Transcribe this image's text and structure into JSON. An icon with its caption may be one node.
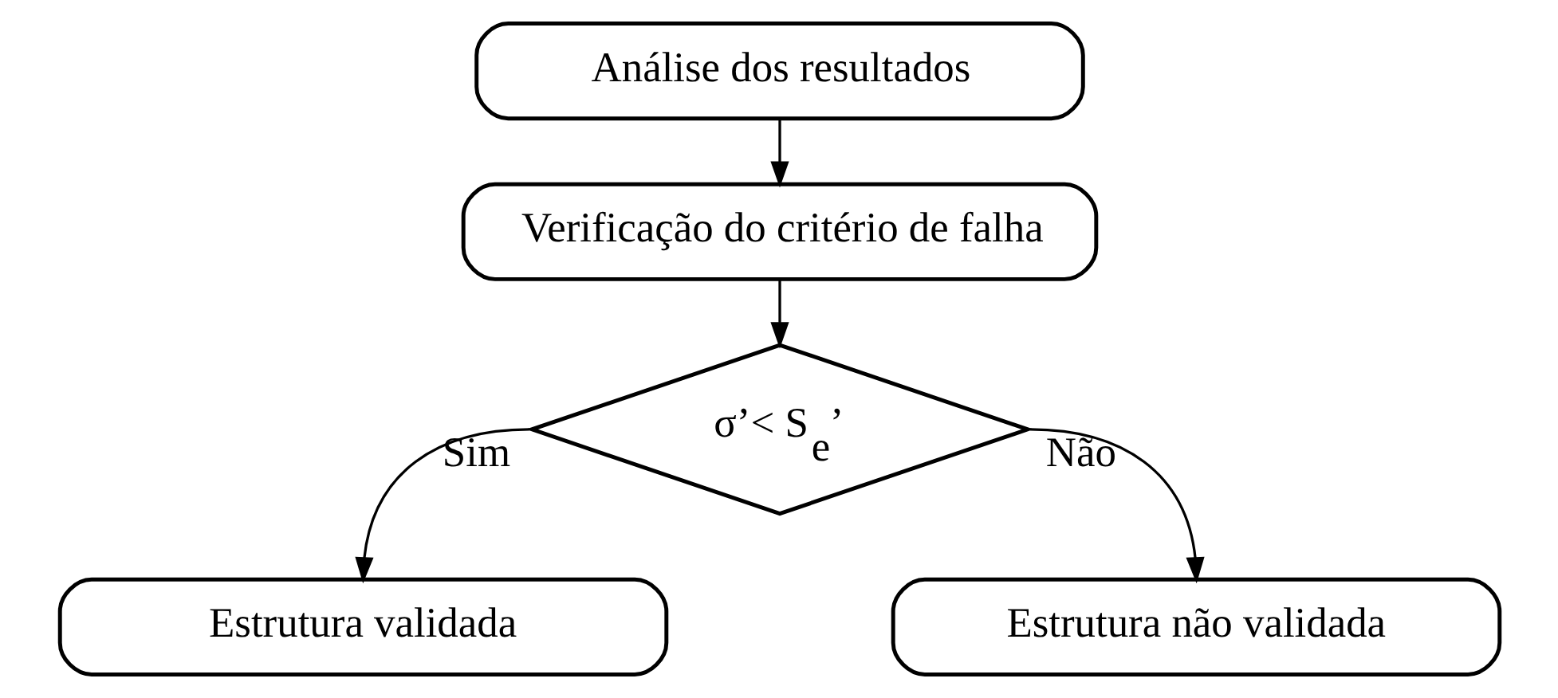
{
  "diagram": {
    "nodes": [
      {
        "text": [
          "Análise dos resultados"
        ]
      },
      {
        "text": [
          "Verificação do critério de falha"
        ]
      },
      {
        "text": [
          "σ’< S$_{e}$’"
        ]
      },
      {
        "text": [
          "Estrutura validada"
        ]
      },
      {
        "text": [
          "Estrutura não validada"
        ]
      }
    ],
    "edges": [
      {
        "from": 0,
        "to": 1,
        "arrow": "to"
      },
      {
        "from": 1,
        "to": 2,
        "arrow": "to"
      },
      {
        "from": 2,
        "to": 3,
        "arrow": "to",
        "label": "Sim"
      },
      {
        "from": 2,
        "to": 4,
        "arrow": "to",
        "label": "Não"
      }
    ]
  }
}
